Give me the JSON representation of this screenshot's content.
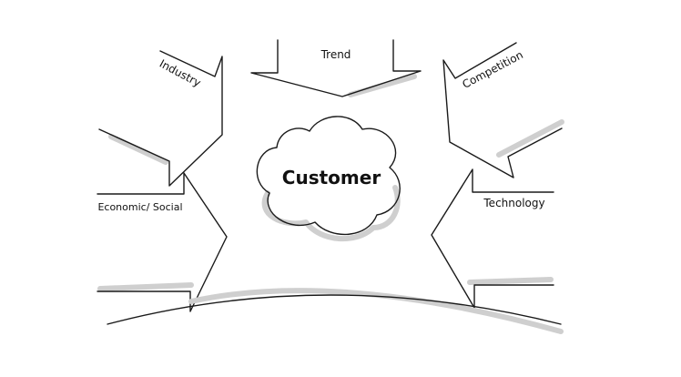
{
  "diagram": {
    "center": "Customer",
    "labels": {
      "trend": "Trend",
      "industry": "Industry",
      "competition": "Competition",
      "economic_social": "Economic/ Social",
      "technology": "Technology"
    },
    "colors": {
      "ink": "#1a1a1a",
      "shadow": "#cfcfcf",
      "background": "#ffffff"
    }
  }
}
